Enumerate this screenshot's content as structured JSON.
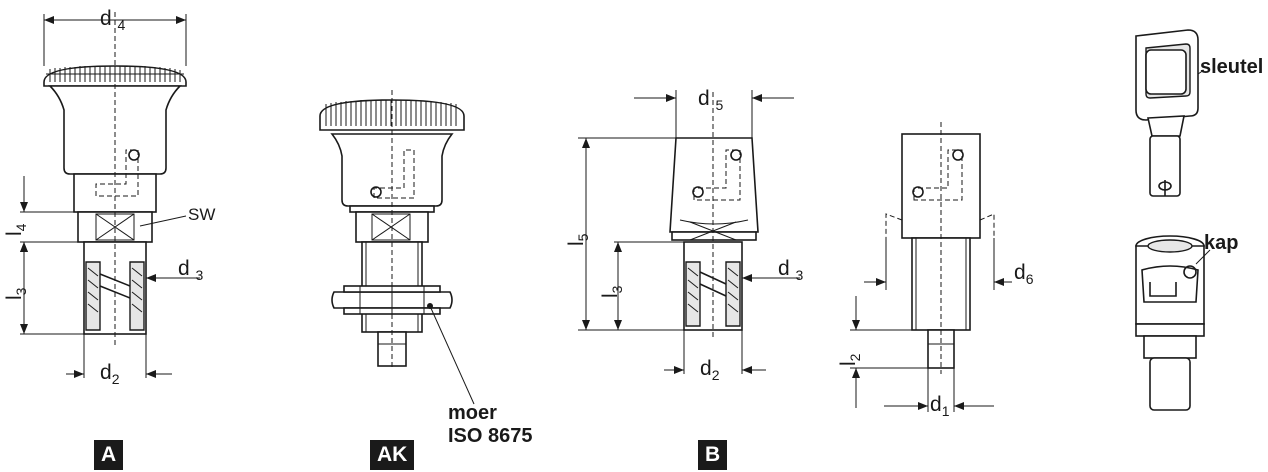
{
  "variants": {
    "a": "A",
    "ak": "AK",
    "b": "B"
  },
  "dimensions": {
    "d1": {
      "base": "d",
      "sub": "1"
    },
    "d2": {
      "base": "d",
      "sub": "2"
    },
    "d3": {
      "base": "d",
      "sub": "3"
    },
    "d4": {
      "base": "d",
      "sub": "4"
    },
    "d5": {
      "base": "d",
      "sub": "5"
    },
    "d6": {
      "base": "d",
      "sub": "6"
    },
    "l2": {
      "base": "l",
      "sub": "2"
    },
    "l3": {
      "base": "l",
      "sub": "3"
    },
    "l4": {
      "base": "l",
      "sub": "4"
    },
    "l5": {
      "base": "l",
      "sub": "5"
    },
    "sw": "SW"
  },
  "callouts": {
    "nut_line1": "moer",
    "nut_line2": "ISO 8675",
    "key": "sleutel",
    "cap": "kap"
  },
  "colors": {
    "ink": "#1a1a1a",
    "badge_text": "#ffffff"
  }
}
